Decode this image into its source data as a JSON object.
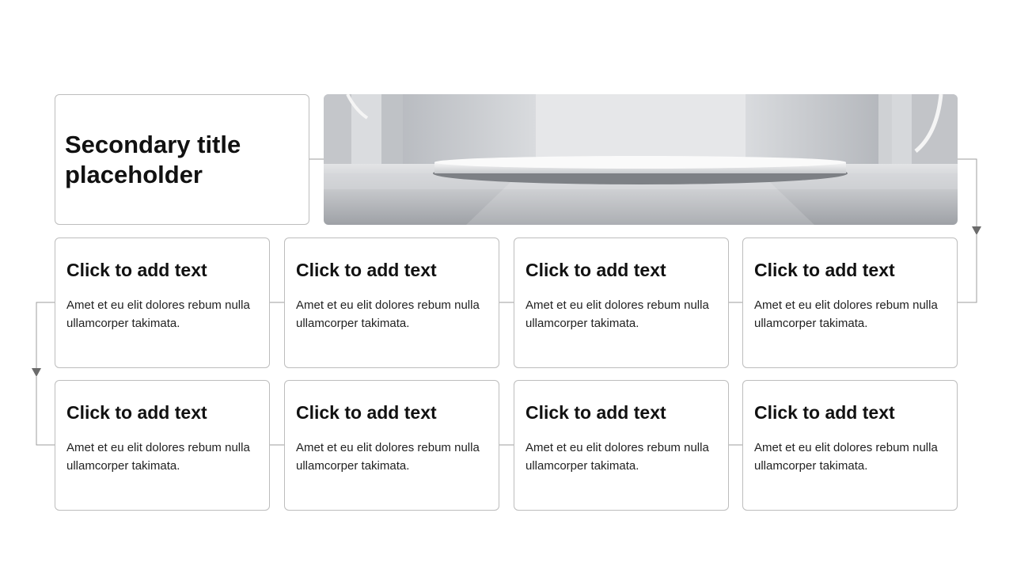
{
  "slide": {
    "secondary_title": "Secondary title placeholder",
    "hero_image": "empty-stage-podium-room-photo",
    "rows": [
      {
        "cards": [
          {
            "title": "Click to add text",
            "body": "Amet et eu elit dolores rebum nulla ullamcorper takimata."
          },
          {
            "title": "Click to add text",
            "body": "Amet et eu elit dolores rebum nulla ullamcorper takimata."
          },
          {
            "title": "Click to add text",
            "body": "Amet et eu elit dolores rebum nulla ullamcorper takimata."
          },
          {
            "title": "Click to add text",
            "body": "Amet et eu elit dolores rebum nulla ullamcorper takimata."
          }
        ]
      },
      {
        "cards": [
          {
            "title": "Click to add text",
            "body": "Amet et eu elit dolores rebum nulla ullamcorper takimata."
          },
          {
            "title": "Click to add text",
            "body": "Amet et eu elit dolores rebum nulla ullamcorper takimata."
          },
          {
            "title": "Click to add text",
            "body": "Amet et eu elit dolores rebum nulla ullamcorper takimata."
          },
          {
            "title": "Click to add text",
            "body": "Amet et eu elit dolores rebum nulla ullamcorper takimata."
          }
        ]
      }
    ]
  },
  "colors": {
    "border": "#bdbdbd",
    "connector": "#9e9e9e",
    "arrow": "#6b6b6b",
    "title_text": "#111111"
  }
}
